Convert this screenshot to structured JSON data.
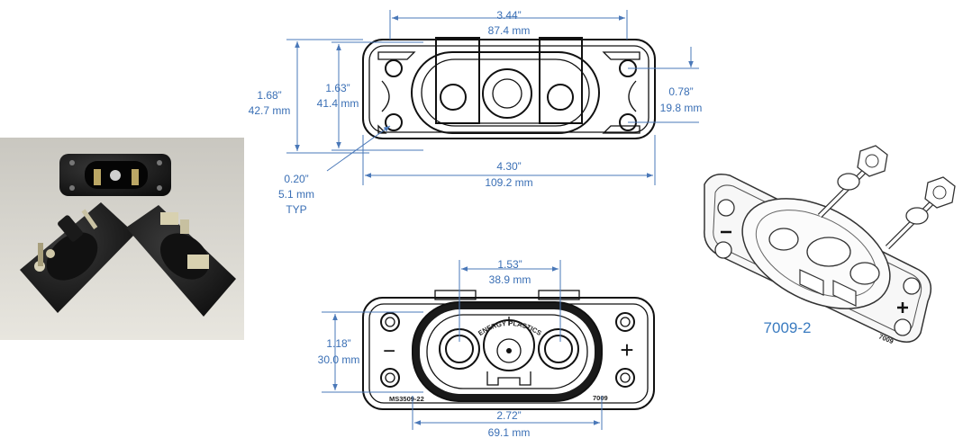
{
  "dimensions": {
    "top_width": [
      "3.44”",
      "87.4 mm"
    ],
    "top_height_outer": [
      "1.68”",
      "42.7 mm"
    ],
    "top_height_inner": [
      "1.63”",
      "41.4 mm"
    ],
    "hole_spacing": [
      "0.78”",
      "19.8 mm"
    ],
    "overall_width": [
      "4.30”",
      "109.2 mm"
    ],
    "hole_diameter": [
      "0.20”",
      "5.1 mm",
      "TYP"
    ],
    "terminal_spacing": [
      "1.53”",
      "38.9 mm"
    ],
    "front_height": [
      "1.18”",
      "30.0 mm"
    ],
    "front_width": [
      "2.72”",
      "69.1 mm"
    ]
  },
  "part_number": "7009-2",
  "engravings": {
    "brand_arc": "ENERGY PLASTICS",
    "model": "MS3509-22",
    "code": "7009",
    "iso_code": "7009"
  },
  "polarity": {
    "negative": "−",
    "positive": "+"
  },
  "colors": {
    "dimension": "#3a6fb5",
    "part_label": "#3a7bc0",
    "outline": "#111111"
  }
}
